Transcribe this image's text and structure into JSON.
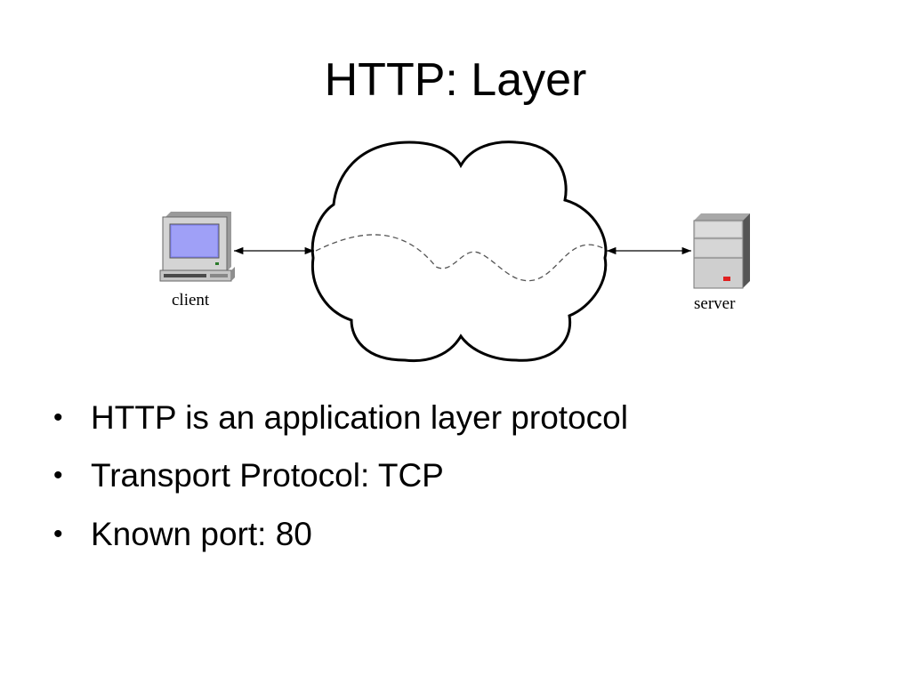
{
  "slide": {
    "title": "HTTP: Layer",
    "diagram": {
      "client_label": "client",
      "server_label": "server",
      "icons": [
        "computer-icon",
        "server-icon",
        "cloud-icon"
      ],
      "colors": {
        "screen": "#8a8cf2",
        "server_led": "#e02020",
        "device_gray": "#c8c8c8"
      }
    },
    "bullets": [
      "HTTP is an application layer protocol",
      "Transport Protocol: TCP",
      "Known port: 80"
    ]
  }
}
